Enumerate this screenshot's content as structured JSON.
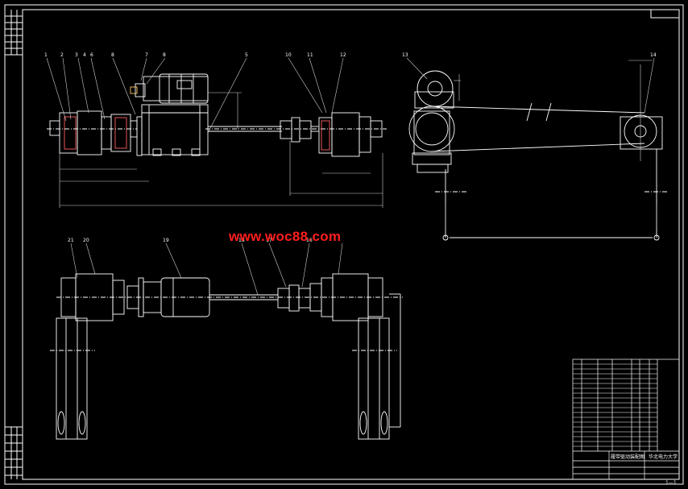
{
  "watermark": "www.woc88.com",
  "part_numbers": [
    "1",
    "2",
    "3",
    "4",
    "6",
    "8",
    "7",
    "8",
    "5",
    "10",
    "11",
    "12",
    "13",
    "14",
    "21",
    "20",
    "19",
    "18",
    "17",
    "16"
  ],
  "title_block": {
    "drawing_title": "履带驱动装配图",
    "company": "华北电力大学",
    "sheet": "1—1"
  },
  "colors": {
    "background": "#000000",
    "line": "#ffffff",
    "dim": "#cfcfcf",
    "watermark": "#ff1e1e"
  }
}
